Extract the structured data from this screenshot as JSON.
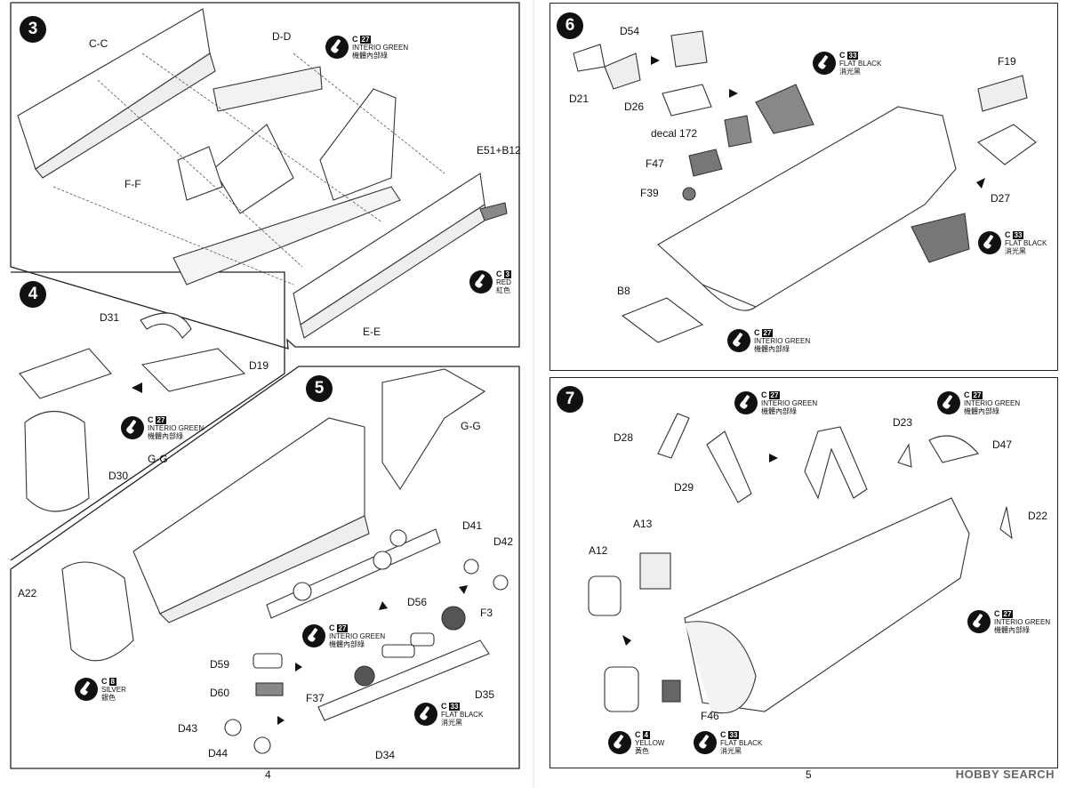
{
  "sections": {
    "s3": {
      "num": "3"
    },
    "s4": {
      "num": "4"
    },
    "s5": {
      "num": "5"
    },
    "s6": {
      "num": "6"
    },
    "s7": {
      "num": "7"
    }
  },
  "labels": {
    "cc": "C-C",
    "dd": "D-D",
    "ff": "F-F",
    "ee": "E-E",
    "e51b12": "E51+B12",
    "d31": "D31",
    "d19": "D19",
    "gg4": "G-G",
    "d30": "D30",
    "gg5": "G-G",
    "a22": "A22",
    "d41": "D41",
    "d42": "D42",
    "d56": "D56",
    "f3": "F3",
    "d59": "D59",
    "d60": "D60",
    "f37": "F37",
    "d35": "D35",
    "d43": "D43",
    "d44": "D44",
    "d34": "D34",
    "d54": "D54",
    "d21": "D21",
    "d26": "D26",
    "decal172": "decal 172",
    "f47": "F47",
    "f39": "F39",
    "f19": "F19",
    "d27": "D27",
    "b8": "B8",
    "d28": "D28",
    "d29": "D29",
    "d23": "D23",
    "d47": "D47",
    "a13": "A13",
    "a12": "A12",
    "d22": "D22",
    "f46": "F46"
  },
  "paints": {
    "p3_green": {
      "code": "C",
      "num": "27",
      "name": "INTERIO GREEN",
      "jp": "機體內部綠"
    },
    "p3_red": {
      "code": "C",
      "num": "3",
      "name": "RED",
      "jp": "紅色"
    },
    "p4_green": {
      "code": "C",
      "num": "27",
      "name": "INTERIO GREEN",
      "jp": "機體內部綠"
    },
    "p5_silver": {
      "code": "C",
      "num": "8",
      "name": "SILVER",
      "jp": "銀色"
    },
    "p5_green": {
      "code": "C",
      "num": "27",
      "name": "INTERIO GREEN",
      "jp": "機體內部綠"
    },
    "p5_black": {
      "code": "C",
      "num": "33",
      "name": "FLAT BLACK",
      "jp": "消光黑"
    },
    "p6_black1": {
      "code": "C",
      "num": "33",
      "name": "FLAT BLACK",
      "jp": "消光黑"
    },
    "p6_black2": {
      "code": "C",
      "num": "33",
      "name": "FLAT BLACK",
      "jp": "消光黑"
    },
    "p6_green": {
      "code": "C",
      "num": "27",
      "name": "INTERIO GREEN",
      "jp": "機體內部綠"
    },
    "p7_green1": {
      "code": "C",
      "num": "27",
      "name": "INTERIO GREEN",
      "jp": "機體內部綠"
    },
    "p7_green2": {
      "code": "C",
      "num": "27",
      "name": "INTERIO GREEN",
      "jp": "機體內部綠"
    },
    "p7_green3": {
      "code": "C",
      "num": "27",
      "name": "INTERIO GREEN",
      "jp": "機體內部綠"
    },
    "p7_yellow": {
      "code": "C",
      "num": "4",
      "name": "YELLOW",
      "jp": "黃色"
    },
    "p7_black": {
      "code": "C",
      "num": "33",
      "name": "FLAT BLACK",
      "jp": "消光黑"
    }
  },
  "page_numbers": {
    "left": "4",
    "right": "5"
  },
  "watermark": "HOBBY SEARCH"
}
